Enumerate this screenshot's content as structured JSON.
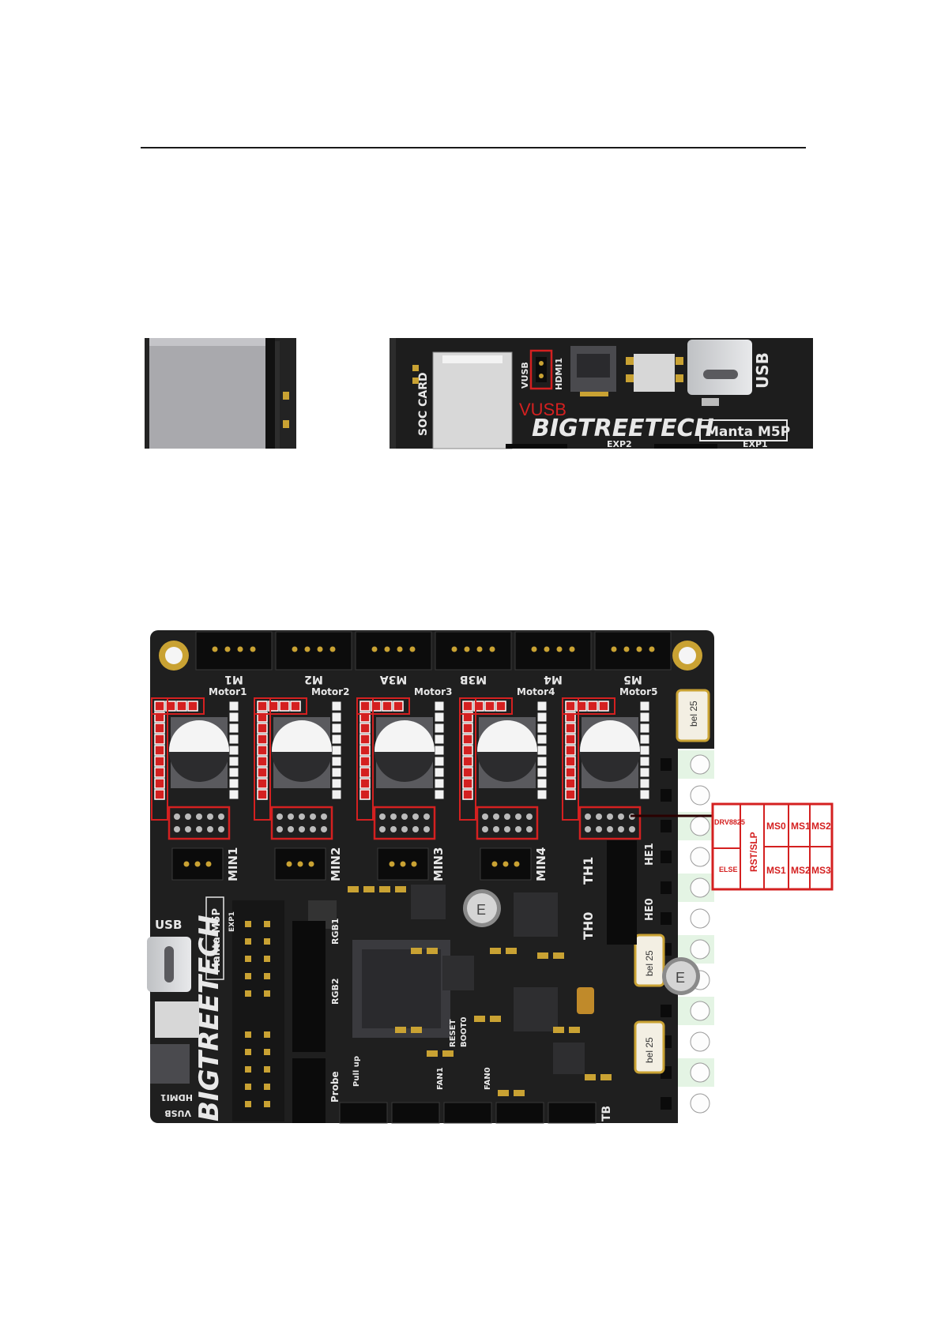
{
  "top_photo": {
    "jumper_labels": [
      "VUSB",
      "HDMI1"
    ],
    "callout": "VUSB",
    "sd_label": "SOC CARD",
    "usb_label": "USB",
    "brand": "BIGTREETECH",
    "model": "Manta M5P",
    "exp_labels": [
      "EXP2",
      "EXP1"
    ]
  },
  "board": {
    "motor_connectors": [
      "M1",
      "M2",
      "M3A",
      "M3B",
      "M4",
      "M5"
    ],
    "driver_labels": [
      "Motor1",
      "Motor2",
      "Motor3",
      "Motor4",
      "Motor5"
    ],
    "endstops": [
      "MIN1",
      "MIN2",
      "MIN3",
      "MIN4"
    ],
    "thermistors": [
      "TH1",
      "TH0"
    ],
    "heaters": [
      "HE1",
      "HE0"
    ],
    "rgb": [
      "RGB1",
      "RGB2"
    ],
    "fans": [
      "FAN1",
      "FAN0"
    ],
    "misc": [
      "Probe",
      "Pull up",
      "RESET",
      "BOOT0",
      "TB",
      "USB",
      "HDMI1",
      "VUSB"
    ],
    "brand": "BIGTREETECH",
    "model": "Manta M5P",
    "exp": "EXP1",
    "fuse": "bel 25",
    "cap": "E"
  },
  "jumper_table": {
    "row1": [
      "DRV8825",
      "MS0",
      "MS1",
      "MS2"
    ],
    "row2": [
      "ELSE",
      "MS1",
      "MS2",
      "MS3"
    ],
    "merged": "RST/SLP"
  },
  "colors": {
    "accent_red": "#d42020",
    "board": "#1f1f1f",
    "pad": "#c9a233"
  }
}
